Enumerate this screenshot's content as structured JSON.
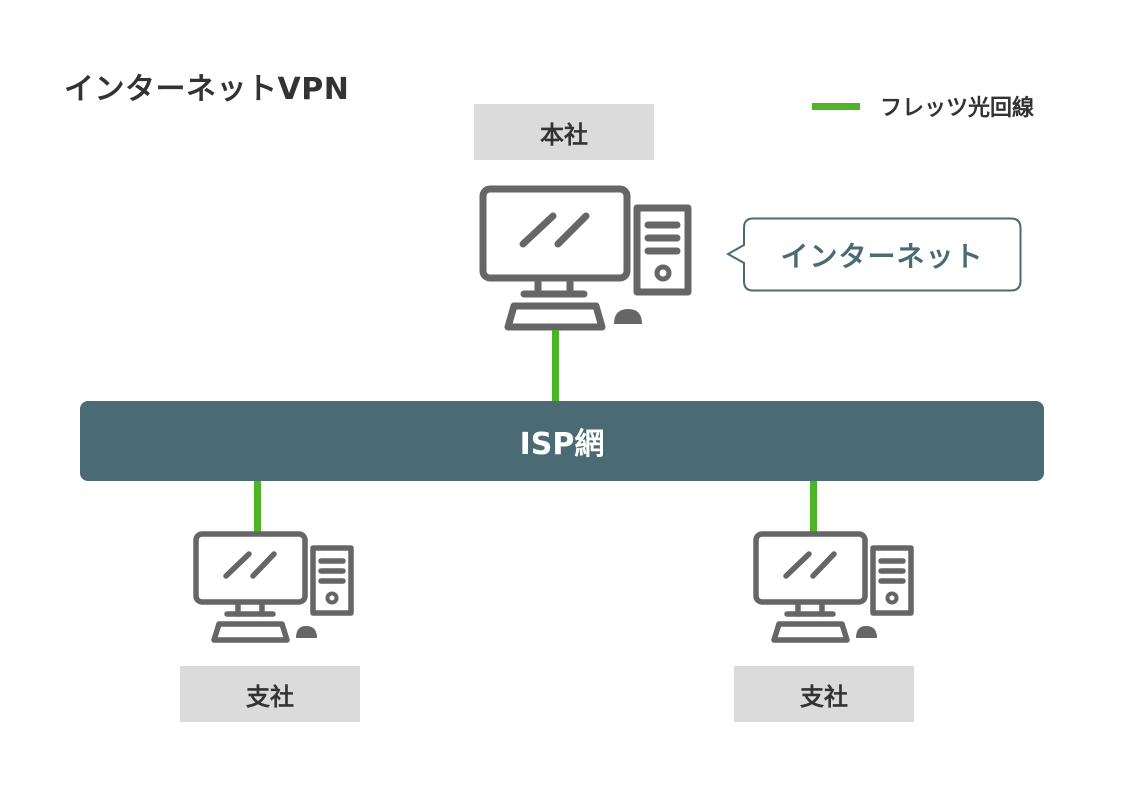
{
  "title": "インターネットVPN",
  "legend": {
    "label": "フレッツ光回線",
    "color": "#4cb526"
  },
  "nodes": {
    "hq": {
      "label": "本社"
    },
    "branch_1": {
      "label": "支社"
    },
    "branch_2": {
      "label": "支社"
    }
  },
  "network": {
    "label": "ISP網",
    "color": "#4a6b74"
  },
  "callout": {
    "text": "インターネット",
    "color": "#4a6b74"
  },
  "icons": {
    "computer": "desktop-computer-icon",
    "label_bg_color": "#dbdbdb",
    "icon_color": "#666666"
  }
}
